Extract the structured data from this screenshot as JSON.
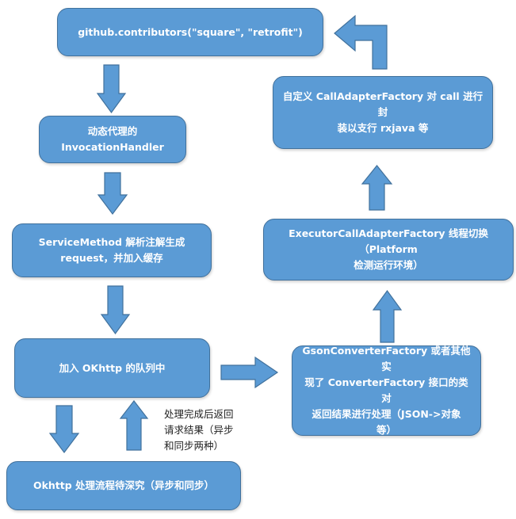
{
  "nodes": {
    "github_call": {
      "lines": [
        "github.contributors(\"square\", \"retrofit\")"
      ]
    },
    "invocation_handler": {
      "lines": [
        "动态代理的",
        "InvocationHandler"
      ]
    },
    "service_method": {
      "lines": [
        "ServiceMethod 解析注解生成",
        "request，并加入缓存"
      ]
    },
    "okhttp_queue": {
      "lines": [
        "加入 OKhttp 的队列中"
      ]
    },
    "okhttp_process": {
      "lines": [
        "Okhttp 处理流程待深究（异步和同步）"
      ]
    },
    "gson_converter": {
      "lines": [
        "GsonConverterFactory 或者其他实",
        "现了 ConverterFactory 接口的类对",
        "返回结果进行处理（JSON->对象",
        "等）"
      ]
    },
    "executor_adapter": {
      "lines": [
        "ExecutorCallAdapterFactory 线程切换（Platform",
        "检测运行环境）"
      ]
    },
    "custom_adapter": {
      "lines": [
        "自定义 CallAdapterFactory 对 call 进行封",
        "装以支行 rxjava 等"
      ]
    }
  },
  "note": {
    "lines": [
      "处理完成后返回",
      "请求结果（异步",
      "和同步两种）"
    ]
  },
  "colors": {
    "box_fill": "#5b9bd5",
    "box_border": "#41719c",
    "text": "#ffffff",
    "note_text": "#222222"
  }
}
